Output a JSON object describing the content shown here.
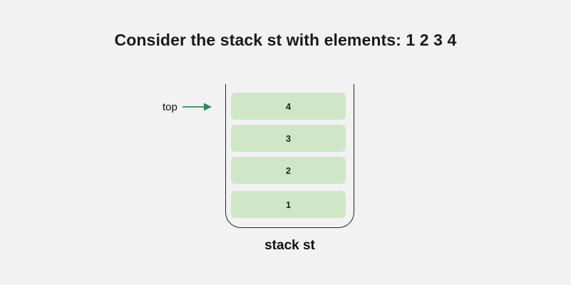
{
  "figure": {
    "title": "Consider the stack st with elements: 1 2 3 4",
    "caption": "stack st",
    "pointer": {
      "label": "top",
      "arrow_icon": "arrow-right-icon",
      "arrow_color": "#2e8b57",
      "points_to": "4"
    },
    "stack": {
      "name": "st",
      "orientation": "top-at-top",
      "container_open_side": "top",
      "elements": [
        {
          "value": "4",
          "position": "top"
        },
        {
          "value": "3",
          "position": "middle-upper"
        },
        {
          "value": "2",
          "position": "middle-lower"
        },
        {
          "value": "1",
          "position": "bottom"
        }
      ]
    },
    "colors": {
      "background": "#f2f2f2",
      "cell_fill": "#cfe7c7",
      "cell_text": "#14310f",
      "container_stroke": "#262626",
      "title_text": "#1b1b1b",
      "arrow": "#2e8b57"
    }
  }
}
